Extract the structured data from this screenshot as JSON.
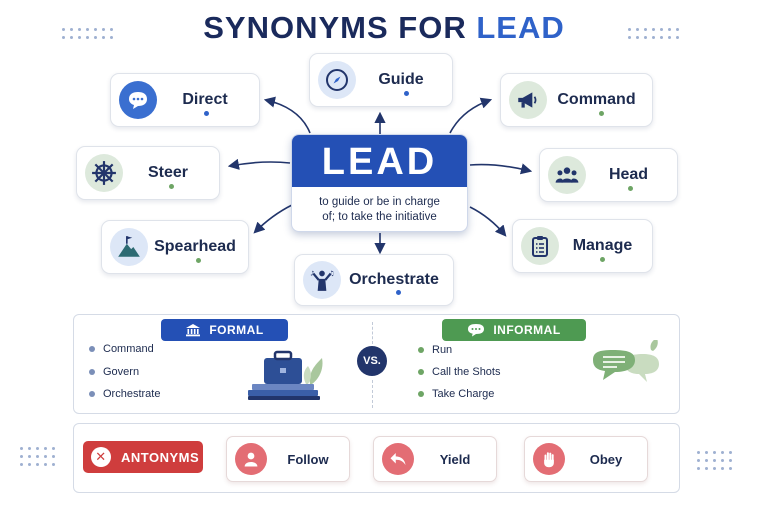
{
  "title": {
    "part1": "SYNONYMS FOR ",
    "part2": "LEAD"
  },
  "center": {
    "word": "LEAD",
    "definition_line1": "to guide or be in charge",
    "definition_line2": "of; to take the initiative"
  },
  "synonyms": [
    {
      "label": "Guide",
      "icon": "compass-icon"
    },
    {
      "label": "Direct",
      "icon": "speech-bubble-icon"
    },
    {
      "label": "Command",
      "icon": "megaphone-icon"
    },
    {
      "label": "Steer",
      "icon": "ship-wheel-icon"
    },
    {
      "label": "Head",
      "icon": "group-icon"
    },
    {
      "label": "Spearhead",
      "icon": "mountain-flag-icon"
    },
    {
      "label": "Manage",
      "icon": "clipboard-icon"
    },
    {
      "label": "Orchestrate",
      "icon": "conductor-icon"
    }
  ],
  "formal": {
    "label": "FORMAL",
    "items": [
      "Command",
      "Govern",
      "Orchestrate"
    ]
  },
  "vs_label": "VS.",
  "informal": {
    "label": "INFORMAL",
    "items": [
      "Run",
      "Call the Shots",
      "Take Charge"
    ]
  },
  "antonyms": {
    "label": "ANTONYMS",
    "items": [
      {
        "label": "Follow",
        "icon": "person-icon"
      },
      {
        "label": "Yield",
        "icon": "return-arrow-icon"
      },
      {
        "label": "Obey",
        "icon": "hand-icon"
      }
    ]
  },
  "colors": {
    "navy": "#1a2a5c",
    "blue": "#2450b5",
    "green": "#4e9a52",
    "red": "#cf3d3d"
  }
}
